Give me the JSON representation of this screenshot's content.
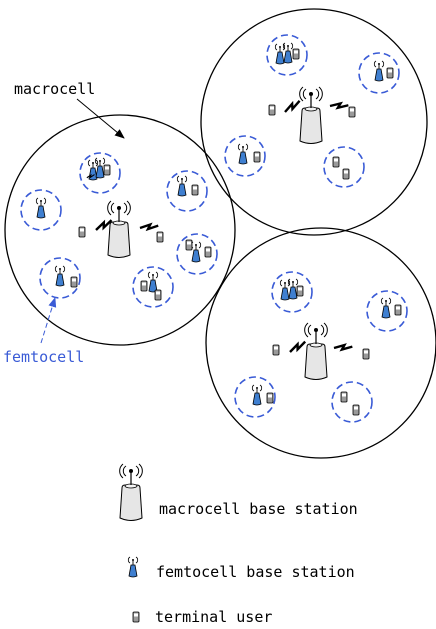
{
  "labels": {
    "macrocell": "macrocell",
    "femtocell": "femtocell"
  },
  "legend": {
    "macro_bs": "macrocell base station",
    "femto_bs": "femtocell base station",
    "terminal": "terminal user"
  },
  "colors": {
    "femto_circle": "#3a5bd6",
    "femto_tower": "#3f7fd0",
    "macro_tower": "#e8e8e8",
    "line": "#000000"
  }
}
